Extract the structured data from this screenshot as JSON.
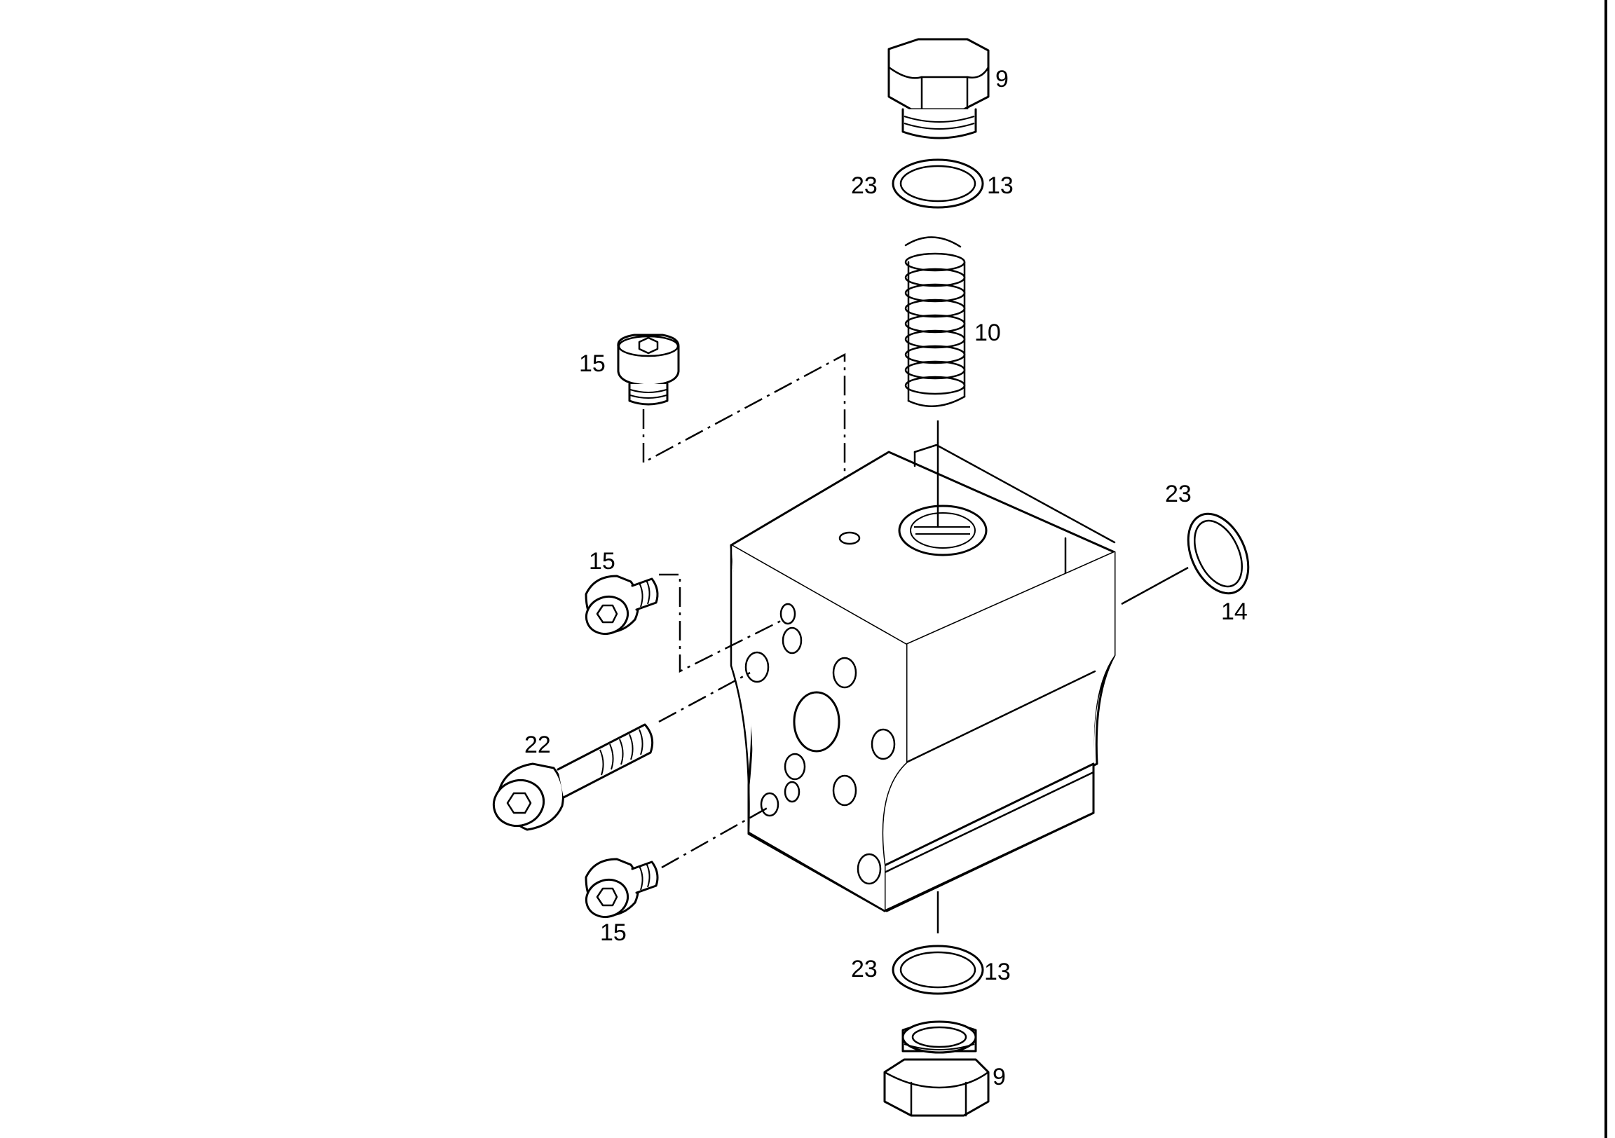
{
  "callouts": {
    "plug_top": "9",
    "seal_top_a": "23",
    "seal_top_b": "13",
    "spring": "10",
    "screw_upper": "15",
    "seal_side_a": "23",
    "seal_side_b": "14",
    "screw_middle": "15",
    "screw_long": "22",
    "screw_lower": "15",
    "seal_bottom_a": "23",
    "seal_bottom_b": "13",
    "plug_bottom": "9"
  },
  "border_color": "#000000"
}
